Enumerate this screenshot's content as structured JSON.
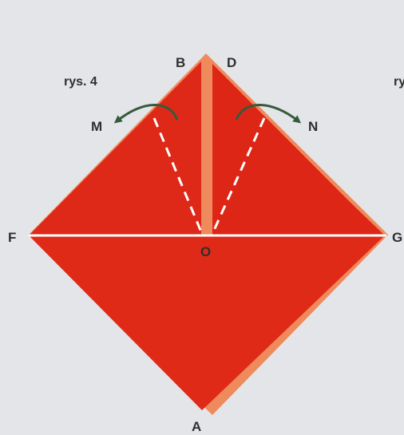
{
  "figure": {
    "caption": "rys. 4",
    "clipped_caption": "ry"
  },
  "points": {
    "A": "A",
    "B": "B",
    "D": "D",
    "F": "F",
    "G": "G",
    "O": "O",
    "M": "M",
    "N": "N"
  },
  "colors": {
    "background": "#e4e5e8",
    "paper_front": "#e02a18",
    "paper_back": "#ee8a5c",
    "fold_line": "#ffffff",
    "arrow": "#355a3c",
    "label": "#2f2f2f"
  }
}
